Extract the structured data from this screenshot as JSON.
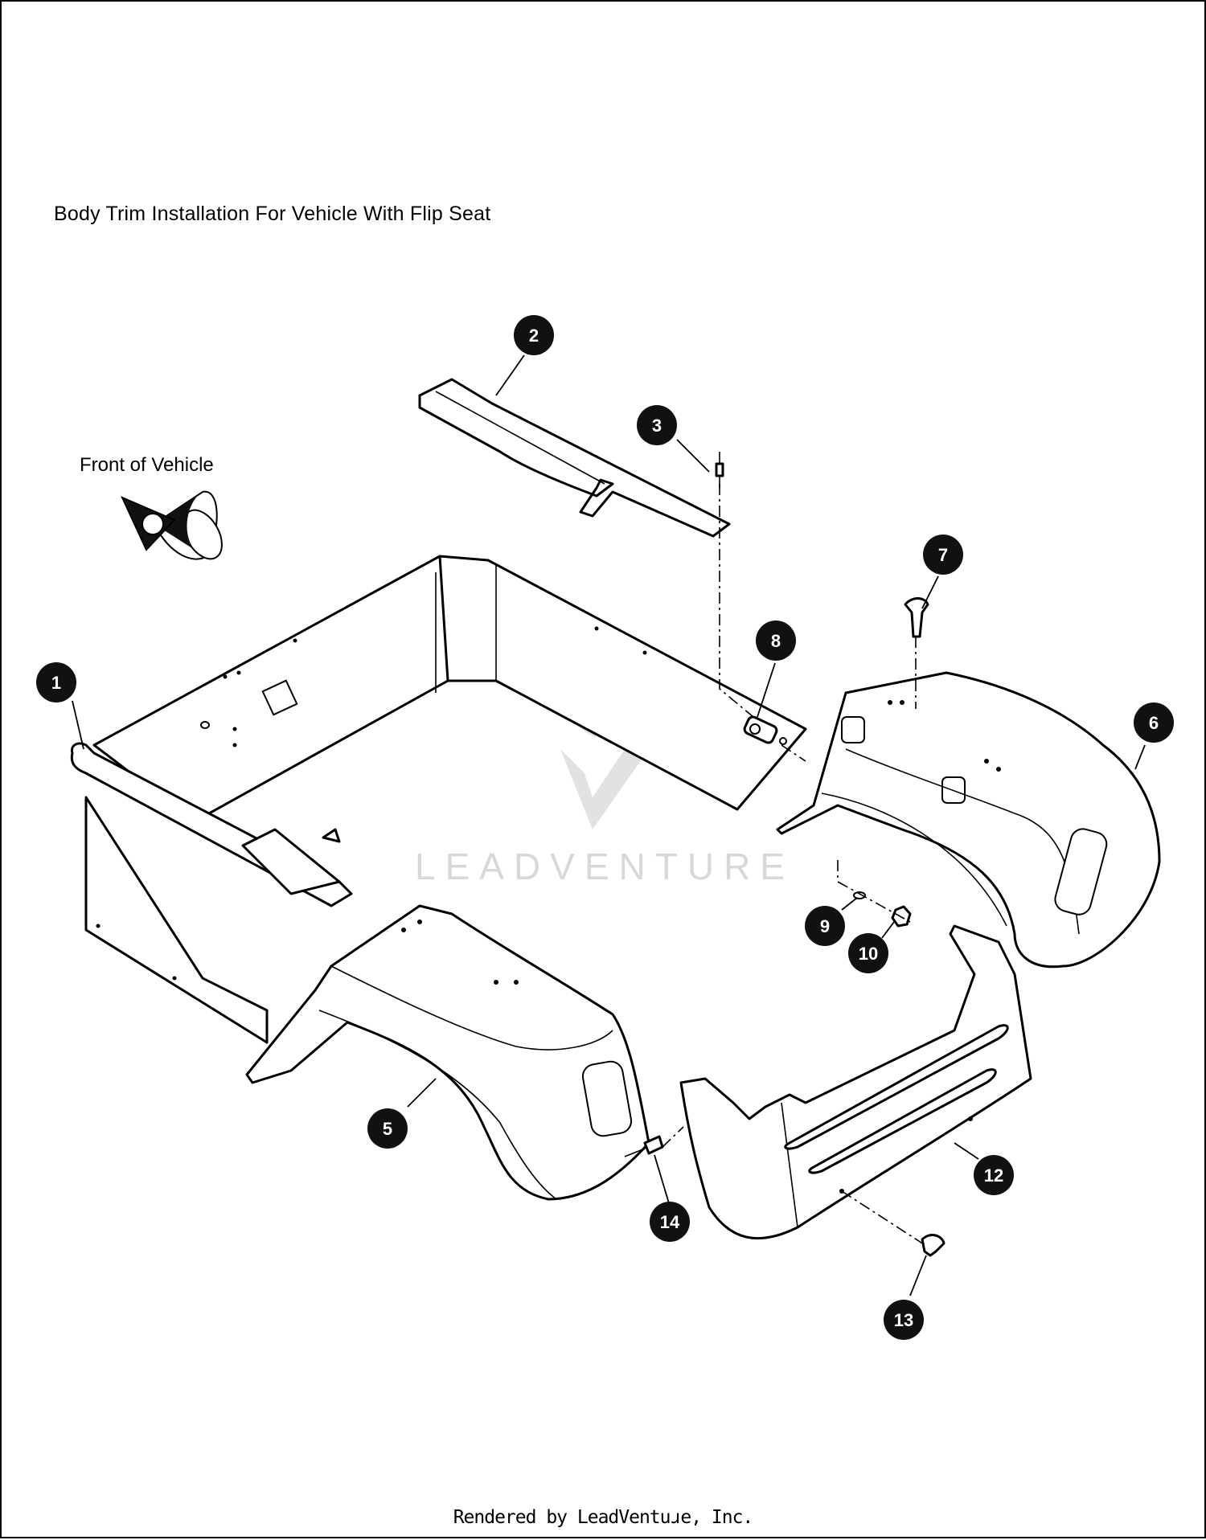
{
  "title": "Body Trim Installation For Vehicle With Flip Seat",
  "direction_label": "Front of Vehicle",
  "watermark": "LEADVENTURE",
  "footer": "Rendered by LeadVentuɹe, Inc.",
  "callouts": [
    "1",
    "2",
    "3",
    "5",
    "6",
    "7",
    "8",
    "9",
    "10",
    "12",
    "13",
    "14"
  ]
}
